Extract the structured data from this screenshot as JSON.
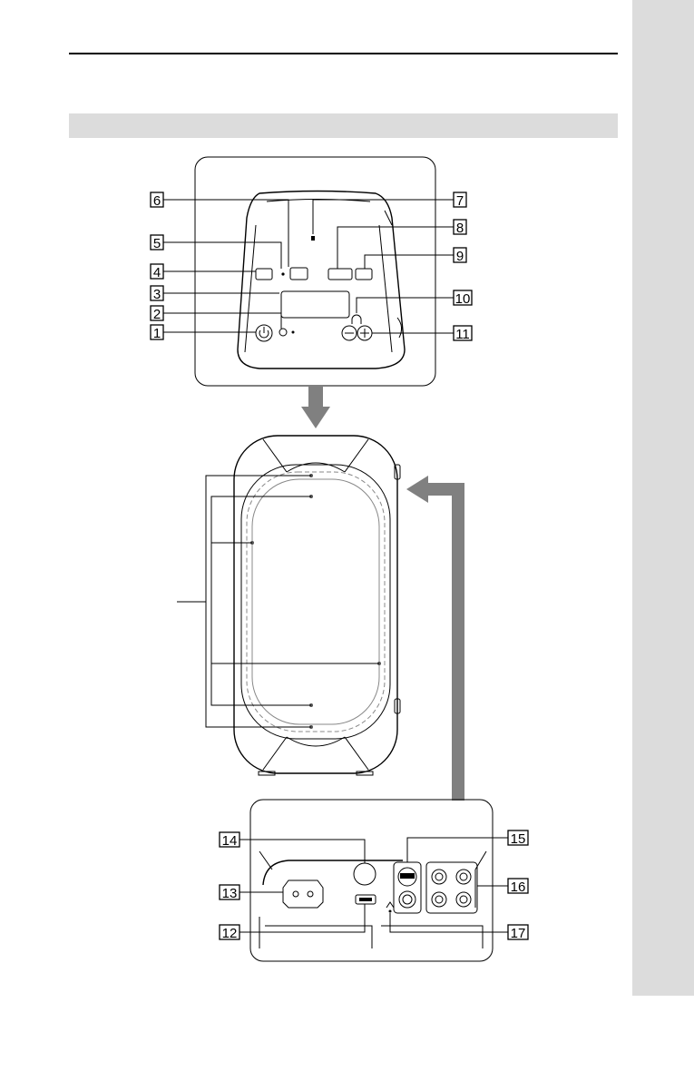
{
  "page": {
    "header_title": "",
    "section_title": "",
    "side_tab_label": ""
  },
  "callouts": {
    "c1": "1",
    "c2": "2",
    "c3": "3",
    "c4": "4",
    "c5": "5",
    "c6": "6",
    "c7": "7",
    "c8": "8",
    "c9": "9",
    "c10": "10",
    "c11": "11",
    "c12": "12",
    "c13": "13",
    "c14": "14",
    "c15": "15",
    "c16": "16",
    "c17": "17"
  },
  "icons": {
    "power_button": "power-icon",
    "headphone_indicator": "headphone-icon",
    "volume_minus": "minus-icon",
    "volume_plus": "plus-icon",
    "arrow_down": "arrow-down-icon",
    "arrow_up": "arrow-up-icon"
  },
  "colors": {
    "side_tab": "#dcdcdc",
    "section_band": "#dcdcdc",
    "arrow": "#808080"
  }
}
